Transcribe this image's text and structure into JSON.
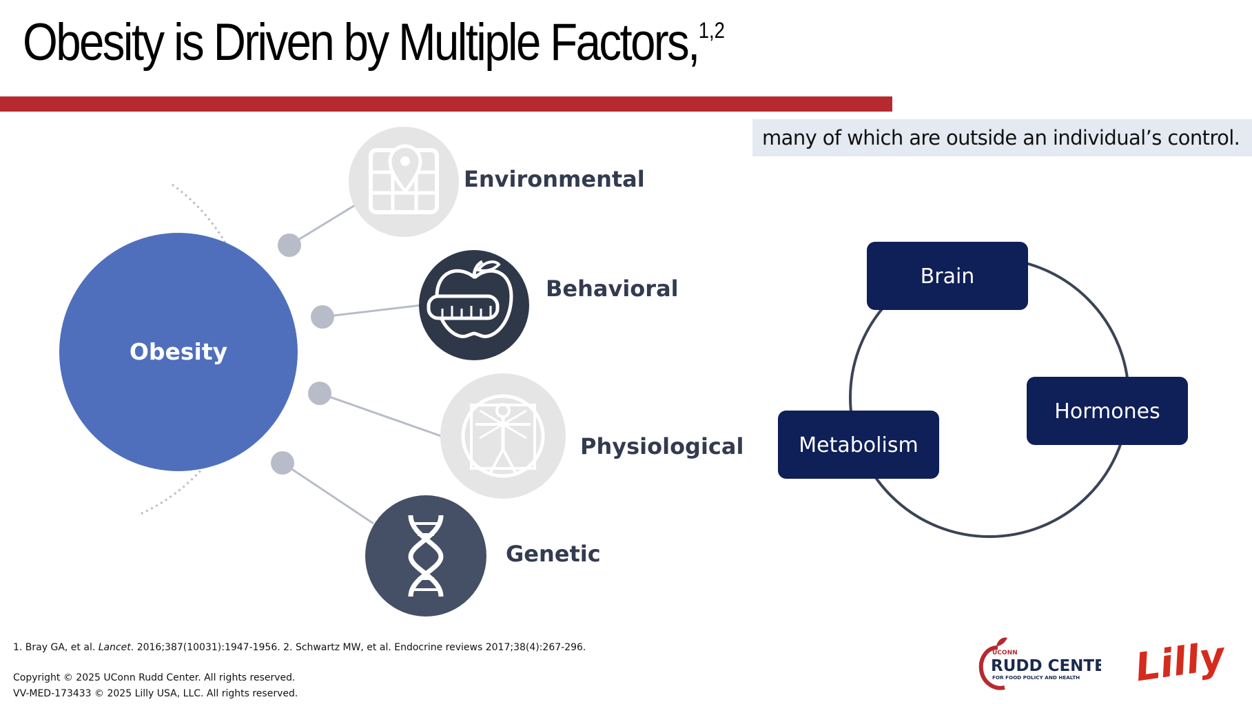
{
  "slide": {
    "title": "Obesity is Driven by Multiple Factors,",
    "title_superscript": "1,2",
    "subtitle": "many of which are outside an individual’s control.",
    "accent_color": "#b62a2f"
  },
  "factors_diagram": {
    "center_label": "Obesity",
    "center_color": "#4f6fbd",
    "factors": [
      {
        "label": "Environmental",
        "icon": "map-pin-icon",
        "style": "light"
      },
      {
        "label": "Behavioral",
        "icon": "apple-tape-measure-icon",
        "style": "dark"
      },
      {
        "label": "Physiological",
        "icon": "vitruvian-man-icon",
        "style": "light"
      },
      {
        "label": "Genetic",
        "icon": "dna-icon",
        "style": "dark"
      }
    ]
  },
  "cycle_diagram": {
    "nodes": [
      "Brain",
      "Hormones",
      "Metabolism"
    ],
    "node_color": "#0f1f57"
  },
  "footer": {
    "ref1_prefix": "1. Bray GA, et al. ",
    "ref1_journal": "Lancet",
    "ref1_suffix": ". 2016;387(10031):1947-1956. 2. Schwartz MW, et al. Endocrine reviews 2017;38(4):267-296.",
    "copyright_1": "Copyright © 2025 UConn Rudd Center. All rights reserved.",
    "copyright_2": "VV-MED-173433 © 2025 Lilly USA, LLC. All rights reserved.",
    "rudd_logo_top": "UCONN",
    "rudd_logo_main": "RUDD CENTER",
    "rudd_logo_sub": "FOR FOOD POLICY AND HEALTH",
    "lilly_logo": "Lilly"
  }
}
